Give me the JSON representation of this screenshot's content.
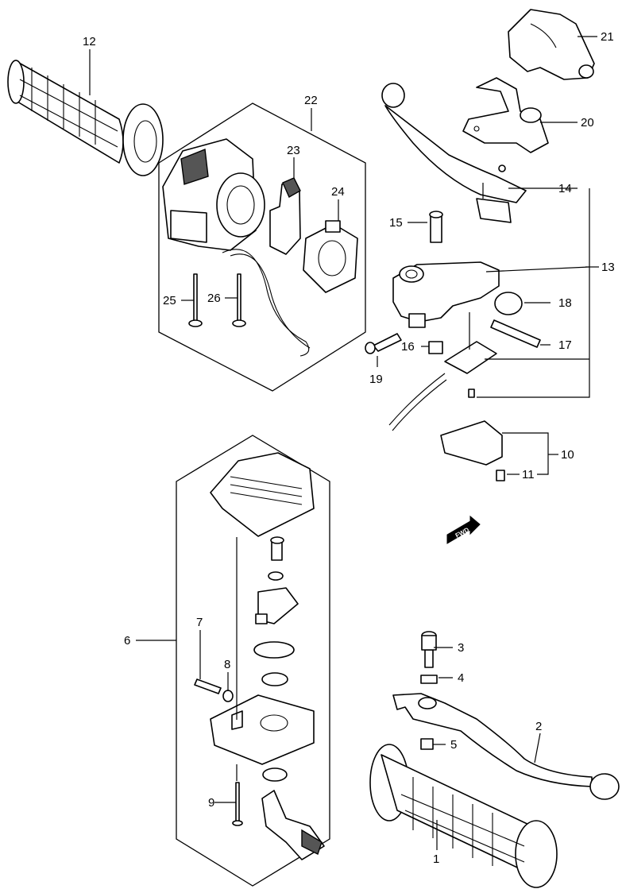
{
  "callouts": {
    "c1": "1",
    "c2": "2",
    "c3": "3",
    "c4": "4",
    "c5": "5",
    "c6": "6",
    "c7": "7",
    "c8": "8",
    "c9": "9",
    "c10": "10",
    "c11": "11",
    "c12": "12",
    "c13": "13",
    "c14": "14",
    "c15": "15",
    "c16": "16",
    "c17": "17",
    "c18": "18",
    "c19": "19",
    "c20": "20",
    "c21": "21",
    "c22": "22",
    "c23": "23",
    "c24": "24",
    "c25": "25",
    "c26": "26"
  },
  "fwd_badge": "FWD",
  "colors": {
    "ink": "#000000",
    "paper": "#ffffff",
    "shade": "#555555"
  }
}
